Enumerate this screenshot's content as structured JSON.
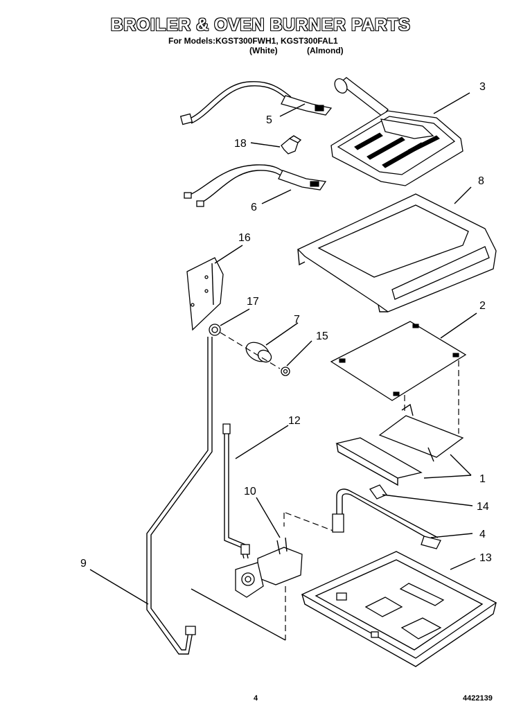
{
  "header": {
    "title": "BROILER & OVEN BURNER PARTS",
    "models_line": "For Models:KGST300FWH1, KGST300FAL1",
    "variant_white": "(White)",
    "variant_almond": "(Almond)"
  },
  "footer": {
    "page_number": "4",
    "document_number": "4422139"
  },
  "callouts": {
    "c1": "1",
    "c2": "2",
    "c3": "3",
    "c4": "4",
    "c5": "5",
    "c6": "6",
    "c7": "7",
    "c8": "8",
    "c9": "9",
    "c10": "10",
    "c12": "12",
    "c13": "13",
    "c14": "14",
    "c15": "15",
    "c16": "16",
    "c17": "17",
    "c18": "18"
  }
}
